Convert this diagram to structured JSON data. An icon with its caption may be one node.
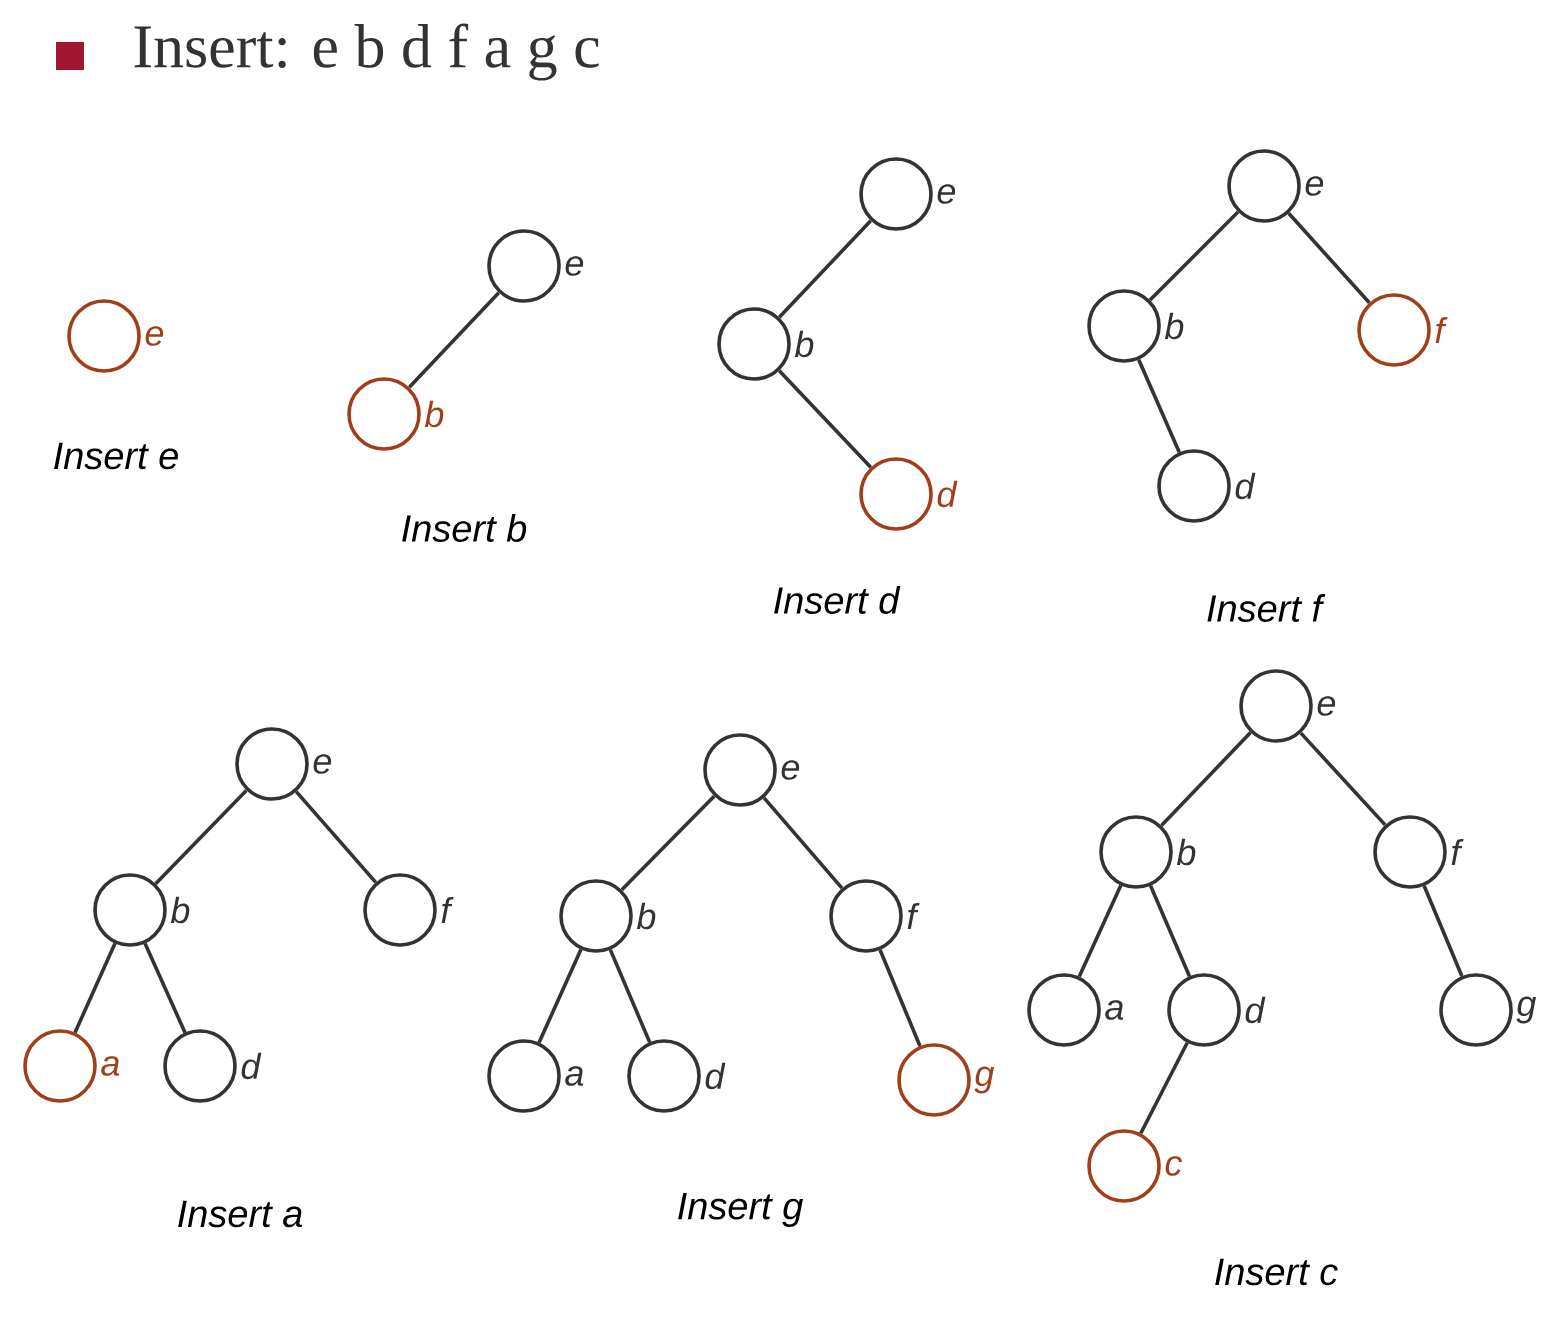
{
  "diagram": {
    "title": "Insert: e b d f a g c",
    "nodes": [
      {
        "text": [],
        "shape": "circle",
        "beside": [
          "e"
        ]
      },
      {
        "text": [],
        "shape": "circle",
        "beside": [
          "e"
        ]
      },
      {
        "text": [],
        "shape": "circle",
        "beside": [
          "b"
        ]
      },
      {
        "text": [],
        "shape": "circle",
        "beside": [
          "e"
        ]
      },
      {
        "text": [],
        "shape": "circle",
        "beside": [
          "b"
        ]
      },
      {
        "text": [],
        "shape": "circle",
        "beside": [
          "d"
        ]
      },
      {
        "text": [],
        "shape": "circle",
        "beside": [
          "e"
        ]
      },
      {
        "text": [],
        "shape": "circle",
        "beside": [
          "b"
        ]
      },
      {
        "text": [],
        "shape": "circle",
        "beside": [
          "f"
        ]
      },
      {
        "text": [],
        "shape": "circle",
        "beside": [
          "d"
        ]
      },
      {
        "text": [],
        "shape": "circle",
        "beside": [
          "e"
        ]
      },
      {
        "text": [],
        "shape": "circle",
        "beside": [
          "b"
        ]
      },
      {
        "text": [],
        "shape": "circle",
        "beside": [
          "f"
        ]
      },
      {
        "text": [],
        "shape": "circle",
        "beside": [
          "a"
        ]
      },
      {
        "text": [],
        "shape": "circle",
        "beside": [
          "d"
        ]
      },
      {
        "text": [],
        "shape": "circle",
        "beside": [
          "e"
        ]
      },
      {
        "text": [],
        "shape": "circle",
        "beside": [
          "b"
        ]
      },
      {
        "text": [],
        "shape": "circle",
        "beside": [
          "f"
        ]
      },
      {
        "text": [],
        "shape": "circle",
        "beside": [
          "a"
        ]
      },
      {
        "text": [],
        "shape": "circle",
        "beside": [
          "d"
        ]
      },
      {
        "text": [],
        "shape": "circle",
        "beside": [
          "g"
        ]
      },
      {
        "text": [],
        "shape": "circle",
        "beside": [
          "e"
        ]
      },
      {
        "text": [],
        "shape": "circle",
        "beside": [
          "b"
        ]
      },
      {
        "text": [],
        "shape": "circle",
        "beside": [
          "f"
        ]
      },
      {
        "text": [],
        "shape": "circle",
        "beside": [
          "a"
        ]
      },
      {
        "text": [],
        "shape": "circle",
        "beside": [
          "d"
        ]
      },
      {
        "text": [],
        "shape": "circle",
        "beside": [
          "g"
        ]
      },
      {
        "text": [],
        "shape": "circle",
        "beside": [
          "c"
        ]
      }
    ],
    "edges": [
      {
        "from": 1,
        "to": 2,
        "arrow": "none"
      },
      {
        "from": 3,
        "to": 4,
        "arrow": "none"
      },
      {
        "from": 4,
        "to": 5,
        "arrow": "none"
      },
      {
        "from": 6,
        "to": 7,
        "arrow": "none"
      },
      {
        "from": 6,
        "to": 8,
        "arrow": "none"
      },
      {
        "from": 7,
        "to": 9,
        "arrow": "none"
      },
      {
        "from": 10,
        "to": 11,
        "arrow": "none"
      },
      {
        "from": 10,
        "to": 12,
        "arrow": "none"
      },
      {
        "from": 11,
        "to": 13,
        "arrow": "none"
      },
      {
        "from": 11,
        "to": 14,
        "arrow": "none"
      },
      {
        "from": 15,
        "to": 16,
        "arrow": "none"
      },
      {
        "from": 15,
        "to": 17,
        "arrow": "none"
      },
      {
        "from": 16,
        "to": 18,
        "arrow": "none"
      },
      {
        "from": 16,
        "to": 19,
        "arrow": "none"
      },
      {
        "from": 17,
        "to": 20,
        "arrow": "none"
      },
      {
        "from": 21,
        "to": 22,
        "arrow": "none"
      },
      {
        "from": 21,
        "to": 23,
        "arrow": "none"
      },
      {
        "from": 22,
        "to": 24,
        "arrow": "none"
      },
      {
        "from": 22,
        "to": 25,
        "arrow": "none"
      },
      {
        "from": 23,
        "to": 26,
        "arrow": "none"
      },
      {
        "from": 25,
        "to": 27,
        "arrow": "none"
      }
    ],
    "labels": [
      "Insert e",
      "Insert b",
      "Insert d",
      "Insert f",
      "Insert a",
      "Insert g",
      "Insert c"
    ]
  }
}
